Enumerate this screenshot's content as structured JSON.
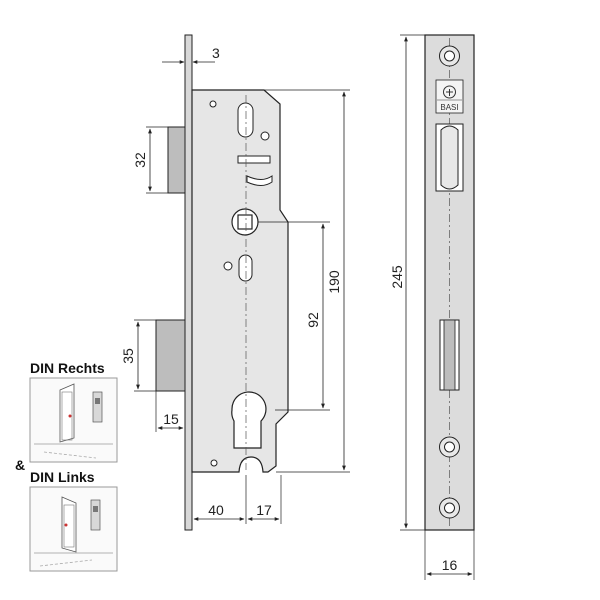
{
  "brand": {
    "logo_text": "BASI"
  },
  "dimensions": {
    "faceplate_thickness": "3",
    "latch_height": "32",
    "bolt_height": "35",
    "bolt_projection": "15",
    "spindle_to_cylinder": "92",
    "body_height": "190",
    "faceplate_length": "245",
    "backset": "40",
    "cylinder_offset": "17",
    "faceplate_width": "16"
  },
  "orientation": {
    "right_label": "DIN Rechts",
    "ampersand": "&",
    "left_label": "DIN Links"
  },
  "colors": {
    "body_fill": "#e6e6e6",
    "plate_fill": "#dcdcdc",
    "part_fill": "#bdbdbd",
    "line": "#222222"
  }
}
